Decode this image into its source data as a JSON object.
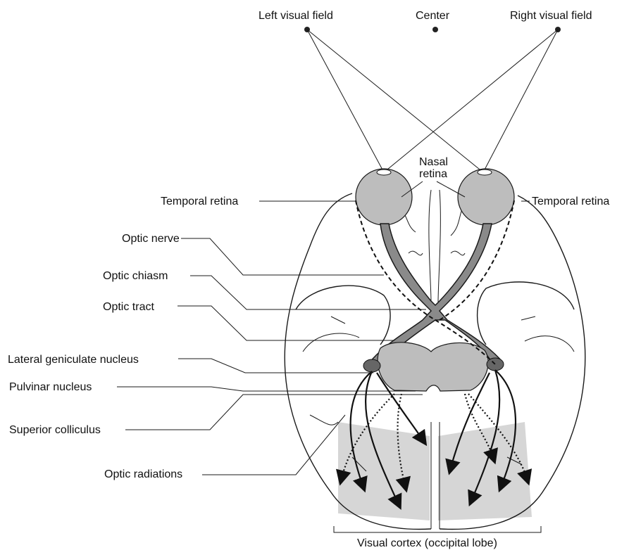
{
  "labels": {
    "left_visual_field": "Left visual field",
    "center": "Center",
    "right_visual_field": "Right visual field",
    "nasal_retina_line1": "Nasal",
    "nasal_retina_line2": "retina",
    "temporal_retina_left": "Temporal retina",
    "temporal_retina_right": "Temporal retina",
    "optic_nerve": "Optic nerve",
    "optic_chiasm": "Optic chiasm",
    "optic_tract": "Optic tract",
    "lateral_geniculate_nucleus": "Lateral geniculate nucleus",
    "pulvinar_nucleus": "Pulvinar nucleus",
    "superior_colliculus": "Superior colliculus",
    "optic_radiations": "Optic radiations",
    "visual_cortex": "Visual cortex (occipital lobe)"
  },
  "colors": {
    "pathway_fill": "#8a8a8a",
    "cortex_fill": "#d6d6d6",
    "ink": "#111111",
    "background": "#ffffff"
  }
}
